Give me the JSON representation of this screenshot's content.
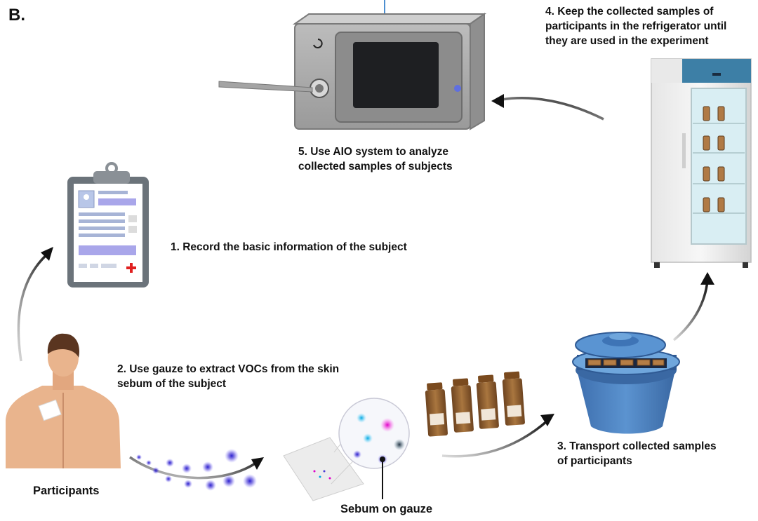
{
  "panel_label": "B.",
  "steps": {
    "step1": "1. Record the basic information of the subject",
    "step2": "2. Use gauze to extract VOCs from the skin\nsebum of the subject",
    "step3": "3. Transport collected samples\nof  participants",
    "step4": "4. Keep the collected samples of\nparticipants in the refrigerator until\nthey are used in the experiment",
    "step5": "5. Use AIO system to analyze\ncollected samples of subjects"
  },
  "labels": {
    "participants": "Participants",
    "sebum": "Sebum on gauze"
  },
  "colors": {
    "arrow": "#111111",
    "voc_dot": "#4a3bd6",
    "device_body": "#a9a9a9",
    "clipboard_frame": "#6b737a",
    "fridge_top": "#3d7fa6",
    "cooler": "#4f86c6",
    "vial_glass": "#8a5a2b",
    "skin": "#e9b48d"
  },
  "icons": {
    "clipboard": "clipboard-icon",
    "device": "aio-device-icon",
    "fridge": "refrigerator-icon",
    "cooler": "cooler-box-icon",
    "vials": "sample-vials-icon",
    "person": "participant-back-icon",
    "gauze": "gauze-icon"
  }
}
